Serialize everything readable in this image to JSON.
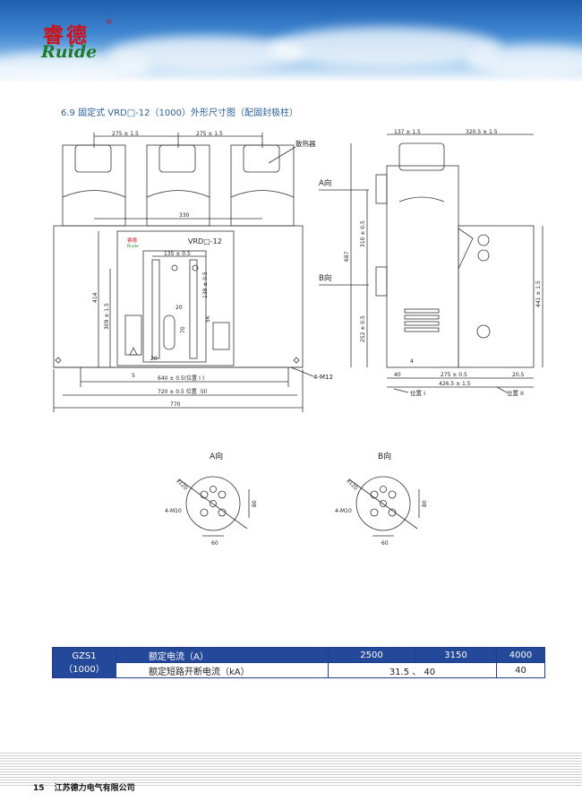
{
  "logo": {
    "cn": "睿德",
    "en": "Ruide",
    "reg": "®"
  },
  "section_title": "6.9 固定式 VRD□-12（1000）外形尺寸图（配固封极柱）",
  "front_view": {
    "dim_pitch": "275 ± 1.5",
    "heatsink_label": "散热器",
    "dim_330": "330",
    "panel_title": "VRD□-12",
    "panel_logo_cn": "睿德",
    "panel_logo_en": "Ruide",
    "dim_135": "135 ± 0.5",
    "dim_138": "138 ± 0.5",
    "dim_414": "414",
    "dim_309": "309 ± 1.5",
    "dim_20": "20",
    "dim_70": "70",
    "dim_56": "56",
    "dim_5": "5",
    "dim_640": "640 ± 0.5(位置 I )",
    "dim_720": "720 ± 0.5 位置（II）",
    "dim_770": "770",
    "bolt_label": "4-M12"
  },
  "side_view": {
    "dim_137": "137 ± 1.5",
    "dim_320": "320.5 ± 1.5",
    "label_a": "A向",
    "label_b": "B向",
    "dim_687": "687",
    "dim_310": "310 ± 0.5",
    "dim_252": "252 ± 0.5",
    "dim_441": "441 ± 1.5",
    "dim_4": "4",
    "dim_40": "40",
    "dim_275": "275 ± 0.5",
    "dim_205": "20.5",
    "dim_426": "426.5 ± 1.5",
    "pos1": "位置 I",
    "pos2": "位置 II"
  },
  "detail_a": {
    "title": "A向",
    "dia": "Ⅱ120",
    "bolt": "4-M10",
    "dim_80": "80",
    "dim_60": "60"
  },
  "detail_b": {
    "title": "B向",
    "dia": "Ⅱ120",
    "bolt": "4-M10",
    "dim_80": "80",
    "dim_60": "60"
  },
  "spec_table": {
    "model_line1": "GZS1",
    "model_line2": "（1000）",
    "row1_label": "额定电流（A）",
    "row1_values": [
      "2500",
      "3150",
      "4000"
    ],
    "row2_label": "额定短路开断电流（kA）",
    "row2_values": [
      "31.5 、 40",
      "40"
    ]
  },
  "footer": {
    "page": "15",
    "company": "江苏德力电气有限公司"
  }
}
